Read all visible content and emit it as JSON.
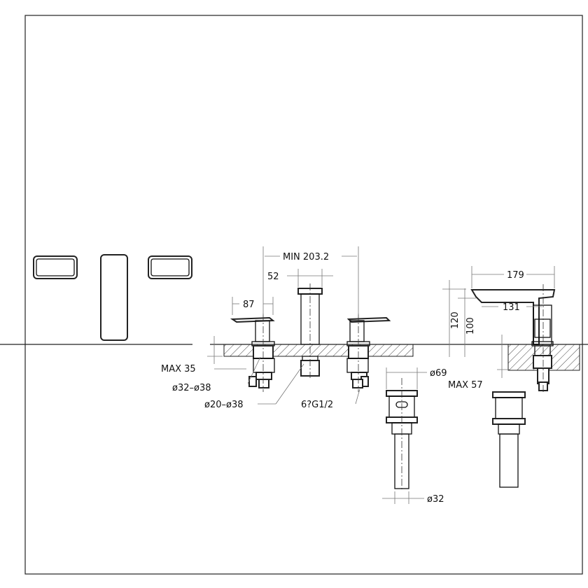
{
  "drawing": {
    "dimensions": {
      "min_spacing": "MIN 203.2",
      "spout_width": "52",
      "handle_width": "87",
      "max_deck_thickness_left": "MAX 35",
      "hole_diameter_handles": "ø32–ø38",
      "hole_diameter_spout": "ø20–ø38",
      "connection": "6?G1/2",
      "waste_top_diameter": "ø69",
      "waste_tail_diameter": "ø32",
      "spout_reach": "179",
      "spout_outlet_reach": "131",
      "spout_height": "120",
      "spout_outlet_height": "100",
      "max_deck_thickness_right": "MAX 57"
    }
  }
}
